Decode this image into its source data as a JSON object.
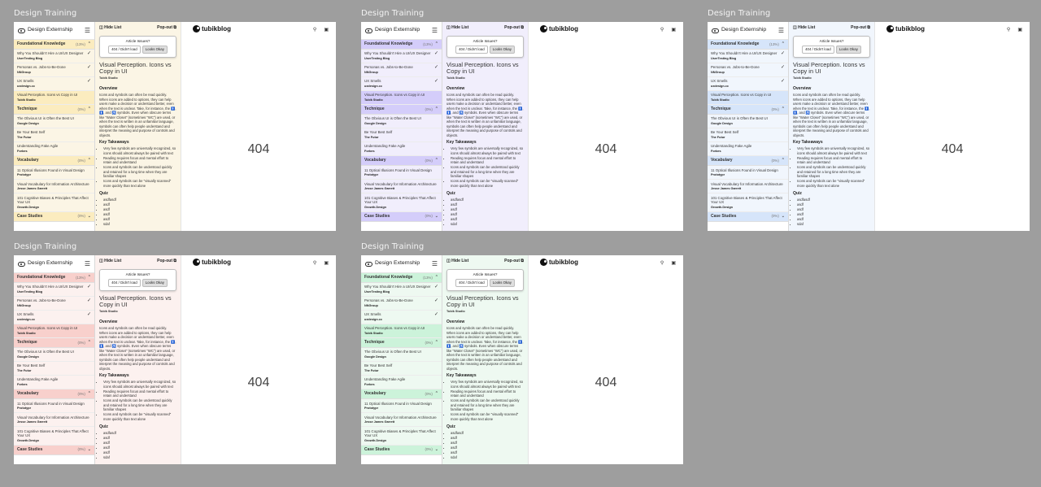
{
  "frames": [
    {
      "label": "Design Training",
      "theme": "amber",
      "accent": "#fbecbf",
      "tint": "#fbf5e5"
    },
    {
      "label": "Design Training",
      "theme": "purple",
      "accent": "#d4cdfa",
      "tint": "#f1eefc"
    },
    {
      "label": "Design Training",
      "theme": "blue",
      "accent": "#d6e5fa",
      "tint": "#f1f6fd"
    },
    {
      "label": "Design Training",
      "theme": "rose",
      "accent": "#f8d0cc",
      "tint": "#fcf1ef"
    },
    {
      "label": "Design Training",
      "theme": "green",
      "accent": "#ccf3da",
      "tint": "#eef9f1"
    }
  ],
  "sidebar": {
    "title": "Design Externship",
    "menu_icon": "hamburger-icon",
    "sections": [
      {
        "name": "Foundational Knowledge",
        "pct": "(13%)",
        "chevron": "^",
        "items": [
          {
            "title": "Why You Shouldn't Hire a UI/UX Designer",
            "source": "UserTesting Blog",
            "done": true
          },
          {
            "title": "Personas vs. Jobs-to-Be-Done",
            "source": "NNGroup",
            "done": true
          },
          {
            "title": "UX Smells",
            "source": "uxdesign.cc",
            "done": true
          },
          {
            "title": "Visual Perception. Icons vs Copy in UI",
            "source": "Tubik Studio",
            "done": false,
            "active": true
          }
        ]
      },
      {
        "name": "Technique",
        "pct": "(0%)",
        "chevron": "^",
        "items": [
          {
            "title": "The Obvious UI is Often the Best UI",
            "source": "Google Design",
            "done": false
          },
          {
            "title": "Be Your Best Self",
            "source": "The Futur",
            "done": false
          },
          {
            "title": "Understanding Fake Agile",
            "source": "Forbes",
            "done": false
          }
        ]
      },
      {
        "name": "Vocabulary",
        "pct": "(0%)",
        "chevron": "^",
        "items": [
          {
            "title": "11 Optical Illusions Found in Visual Design",
            "source": "Prototypr",
            "done": false
          },
          {
            "title": "Visual Vocabulary for Information Architecture",
            "source": "Jesse James Garrett",
            "done": false
          },
          {
            "title": "101 Cognitive Biases & Principles That Affect Your UX",
            "source": "Growth.Design",
            "done": false
          }
        ]
      },
      {
        "name": "Case Studies",
        "pct": "(0%)",
        "chevron": "v",
        "items": []
      }
    ]
  },
  "article": {
    "hide_list": "Hide List",
    "pop_out": "Pop-out",
    "issues_label": "Article Issues?",
    "btn_didnt_load": "404 / Didn't load",
    "btn_looks_okay": "Looks Okay",
    "title": "Visual Perception. Icons vs Copy in UI",
    "author": "Tubik Studio",
    "overview_heading": "Overview",
    "overview_text": "Icons and symbols can often be read quickly. When icons are added to options, they can help users make a decision or understand better, even when the text is unclear. Take, for instance, the 🚹, 🚺, and ♿ symbols. Even when obscure terms like \"Water Closet\" (sometimes \"WC\") are used, or when the text is written in an unfamiliar language, symbols can often help people understand and interpret the meaning and purpose of controls and objects.",
    "takeaways_heading": "Key Takeaways",
    "takeaways": [
      "Very few symbols are universally recognized, so icons should almost always be paired with text",
      "Reading requires focus and mental effort to retain and understand",
      "Icons and symbols can be understood quickly and retained for a long time when they are familiar shapes",
      "Icons and symbols can be \"visually scanned\" more quickly than text alone"
    ],
    "quiz_heading": "Quiz",
    "quiz": [
      "asdfasdf",
      "asdf",
      "asdf",
      "asdf",
      "asdf",
      "sdaf"
    ]
  },
  "preview": {
    "logo_text": "tubikblog",
    "search_icon": "search-icon",
    "bag_icon": "bag-icon",
    "error_text": "404"
  }
}
